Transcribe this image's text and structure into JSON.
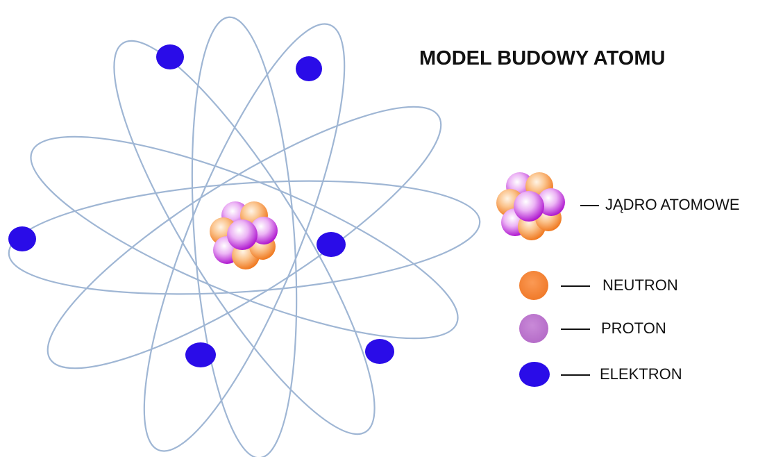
{
  "title": "MODEL BUDOWY ATOMU",
  "legend": {
    "nucleus": "JĄDRO ATOMOWE",
    "neutron": "NEUTRON",
    "proton": "PROTON",
    "electron": "ELEKTRON"
  },
  "colors": {
    "orbit": "#9fb6d4",
    "neutron": "#f58a3c",
    "proton": "#c06fd0",
    "electron": "#2a0ce8"
  }
}
